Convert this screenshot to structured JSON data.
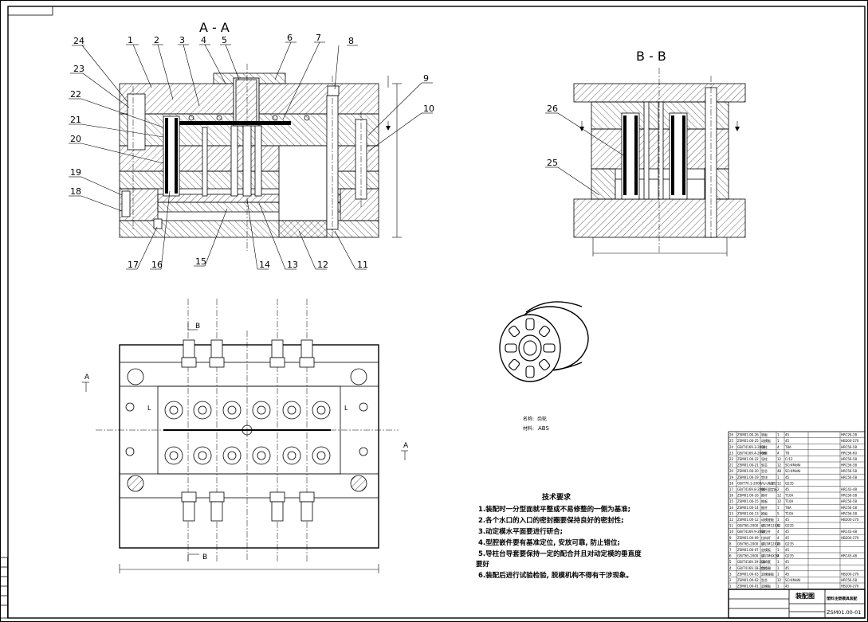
{
  "section_aa_label": "A - A",
  "section_bb_label": "B - B",
  "part_callouts": [
    "1",
    "2",
    "3",
    "4",
    "5",
    "6",
    "7",
    "8",
    "9",
    "10",
    "11",
    "12",
    "13",
    "14",
    "15",
    "16",
    "17",
    "18",
    "19",
    "20",
    "21",
    "22",
    "23",
    "24",
    "25",
    "26"
  ],
  "section_markers": {
    "a": "A",
    "b": "B",
    "l": "L"
  },
  "product_info": {
    "name_label": "名称:",
    "name_value": "齿轮",
    "material_label": "材料:",
    "material_value": "ABS"
  },
  "tech_requirements": {
    "title": "技术要求",
    "items": [
      "1.装配时一分型面就平整或不易修整的一侧为基准;",
      "2.各个水口的入口的密封圈要保持良好的密封性;",
      "3.动定模水平面要进行研合;",
      "4.型腔嵌件要有基准定位, 安放可靠, 防止错位;",
      "5.导柱台导套要保持一定的配合并且对动定模的垂直度",
      "要好",
      "6.装配后进行试验检验, 脱模机构不得有干涉现象。"
    ]
  },
  "title_block": {
    "drawing_name": "装配图",
    "drawing_code": "ZSM01.00-01",
    "designer_school": "塑料注塑模具装配"
  },
  "bom_rows": [
    [
      "26",
      "ZSM01.00-26",
      "垫板",
      "1",
      "45",
      "",
      "HRC26-28"
    ],
    [
      "25",
      "ZSM01.00-25",
      "动模板",
      "1",
      "45",
      "",
      "HB200-270"
    ],
    [
      "24",
      "GB/T4169.3-2006",
      "导柱",
      "4",
      "T8A",
      "",
      "HRC56-58"
    ],
    [
      "23",
      "GB/T4169.4-2006",
      "导套",
      "4",
      "T8",
      "",
      "HRC56-60"
    ],
    [
      "22",
      "ZSM01.00-22",
      "导柱",
      "12",
      "Cr12",
      "",
      "HRC56-58"
    ],
    [
      "21",
      "ZSM01.00-21",
      "型芯",
      "12",
      "SCr4MoNi",
      "",
      "HRC56-58"
    ],
    [
      "20",
      "ZSM01.00-20",
      "型芯",
      "48",
      "SCr4MoNi",
      "",
      "HRC56-58"
    ],
    [
      "19",
      "ZSM01.00-19",
      "垫块",
      "1",
      "45",
      "",
      "HRC56-58"
    ],
    [
      "18",
      "GB/T70.1-2000",
      "内六角螺钉",
      "12",
      "Q235",
      "",
      ""
    ],
    [
      "17",
      "GB/T4169.8-2006",
      "推杆固定板",
      "2",
      "45",
      "",
      "HRC43-48"
    ],
    [
      "16",
      "ZSM01.00-16",
      "推杆",
      "12",
      "T10A",
      "",
      "HRC56-58"
    ],
    [
      "15",
      "ZSM01.00-15",
      "推板",
      "12",
      "T10A",
      "",
      "HRC56-58"
    ],
    [
      "14",
      "ZSM01.00-14",
      "推杆",
      "1",
      "T8A",
      "",
      "HRC56-58"
    ],
    [
      "13",
      "ZSM01.00-13",
      "推板",
      "5",
      "T10A",
      "",
      "HRC56-58"
    ],
    [
      "12",
      "ZSM01.00-12",
      "动模座板",
      "1",
      "45",
      "",
      "HB200-270"
    ],
    [
      "11",
      "GB/T65-2000",
      "螺钉M12X32",
      "6",
      "Q235",
      "",
      ""
    ],
    [
      "10",
      "GB/T4169.9-2006",
      "复位杆",
      "4",
      "45",
      "",
      "HRC43-48"
    ],
    [
      "9",
      "ZSM01.00-09",
      "拉料杆",
      "4",
      "45",
      "",
      "HB200-270"
    ],
    [
      "8",
      "GB/T65-2000",
      "螺钉M12X18",
      "4",
      "Q235",
      "",
      ""
    ],
    [
      "7",
      "ZSM01.00-07",
      "定模板",
      "1",
      "45",
      "",
      ""
    ],
    [
      "6",
      "GB/T65-2000",
      "螺钉M6X30",
      "4",
      "Q235",
      "",
      "HRC43-48"
    ],
    [
      "5",
      "GB/T4169.19-2006",
      "浇口套",
      "1",
      "45",
      "",
      ""
    ],
    [
      "4",
      "GB/T4169.18-2006",
      "定位圈",
      "1",
      "45",
      "",
      ""
    ],
    [
      "3",
      "ZSM01.00-03",
      "定模座板",
      "1",
      "45",
      "",
      "HB200-270"
    ],
    [
      "2",
      "ZSM01.00-02",
      "型芯",
      "12",
      "SCr4MoNi",
      "",
      "HRC56-58"
    ],
    [
      "1",
      "ZSM01.00-01",
      "定模板",
      "1",
      "45",
      "",
      "HB200-270"
    ]
  ]
}
